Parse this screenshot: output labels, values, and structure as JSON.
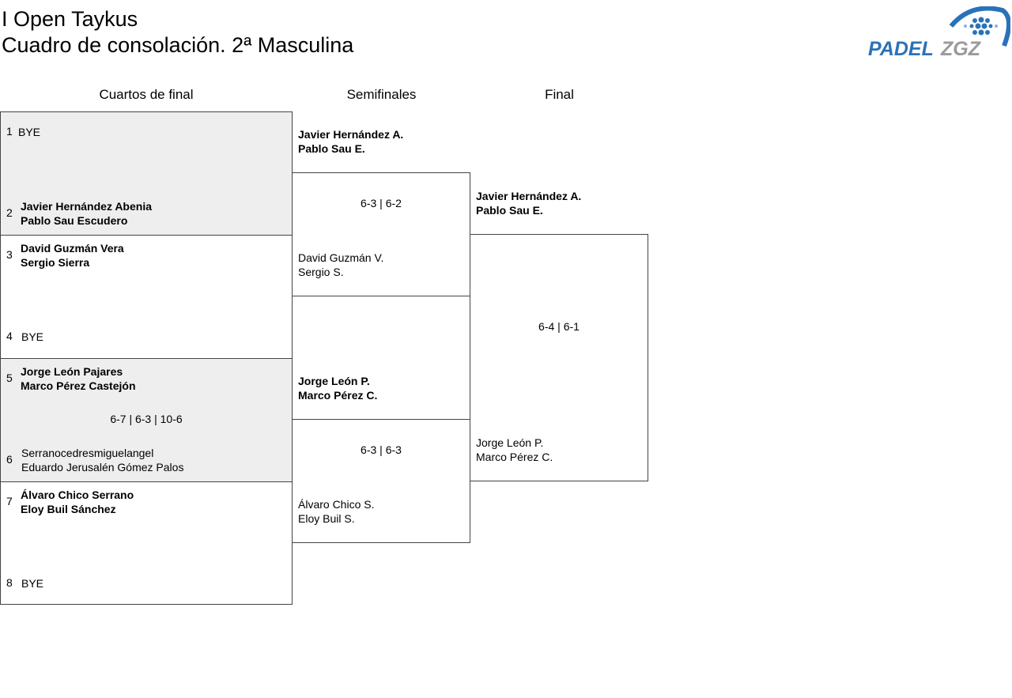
{
  "header": {
    "title": "I Open Taykus",
    "subtitle": "Cuadro de consolación. 2ª Masculina",
    "logo_text": "PADELZGZ"
  },
  "rounds": [
    "Cuartos de final",
    "Semifinales",
    "Final"
  ],
  "quarterfinals": [
    {
      "seed1": "1",
      "team1": [
        "BYE"
      ],
      "seed2": "2",
      "team2": [
        "Javier Hernández Abenia",
        "Pablo Sau Escudero"
      ],
      "score": ""
    },
    {
      "seed1": "3",
      "team1": [
        "David Guzmán Vera",
        "Sergio Sierra"
      ],
      "seed2": "4",
      "team2": [
        "BYE"
      ],
      "score": ""
    },
    {
      "seed1": "5",
      "team1": [
        "Jorge León Pajares",
        "Marco Pérez Castejón"
      ],
      "seed2": "6",
      "team2": [
        "Serranocedresmiguelangel",
        "Eduardo Jerusalén Gómez Palos"
      ],
      "score": "6-7 | 6-3 | 10-6"
    },
    {
      "seed1": "7",
      "team1": [
        "Álvaro Chico Serrano",
        "Eloy Buil Sánchez"
      ],
      "seed2": "8",
      "team2": [
        "BYE"
      ],
      "score": ""
    }
  ],
  "semifinals": [
    {
      "team1": [
        "Javier Hernández A.",
        "Pablo Sau E."
      ],
      "team2": [
        "David Guzmán V.",
        "Sergio S."
      ],
      "score": "6-3 | 6-2"
    },
    {
      "team1": [
        "Jorge León P.",
        "Marco Pérez C."
      ],
      "team2": [
        "Álvaro Chico S.",
        "Eloy Buil S."
      ],
      "score": "6-3 | 6-3"
    }
  ],
  "final": {
    "team1": [
      "Javier Hernández A.",
      "Pablo Sau E."
    ],
    "team2": [
      "Jorge León P.",
      "Marco Pérez C."
    ],
    "score": "6-4 | 6-1"
  },
  "colors": {
    "logo_blue": "#2a72b8",
    "logo_gray": "#9a9a9a"
  }
}
